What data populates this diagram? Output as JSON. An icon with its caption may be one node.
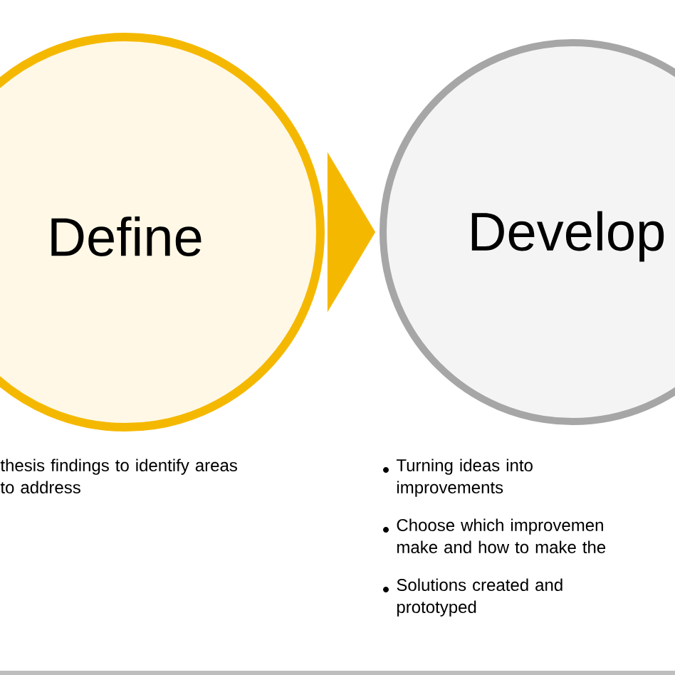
{
  "diagram": {
    "nodes": [
      {
        "text": [
          "Define"
        ],
        "beside": [
          "thesis findings to identify areas to address"
        ]
      },
      {
        "text": [
          "Develop"
        ],
        "beside": [
          "Turning ideas into improvements",
          "Choose which improvemen make and how to make the",
          "Solutions created and prototyped"
        ]
      }
    ],
    "edges": [
      {
        "from": 0,
        "to": 1,
        "arrow": "to",
        "color": "#f5b800"
      }
    ]
  }
}
